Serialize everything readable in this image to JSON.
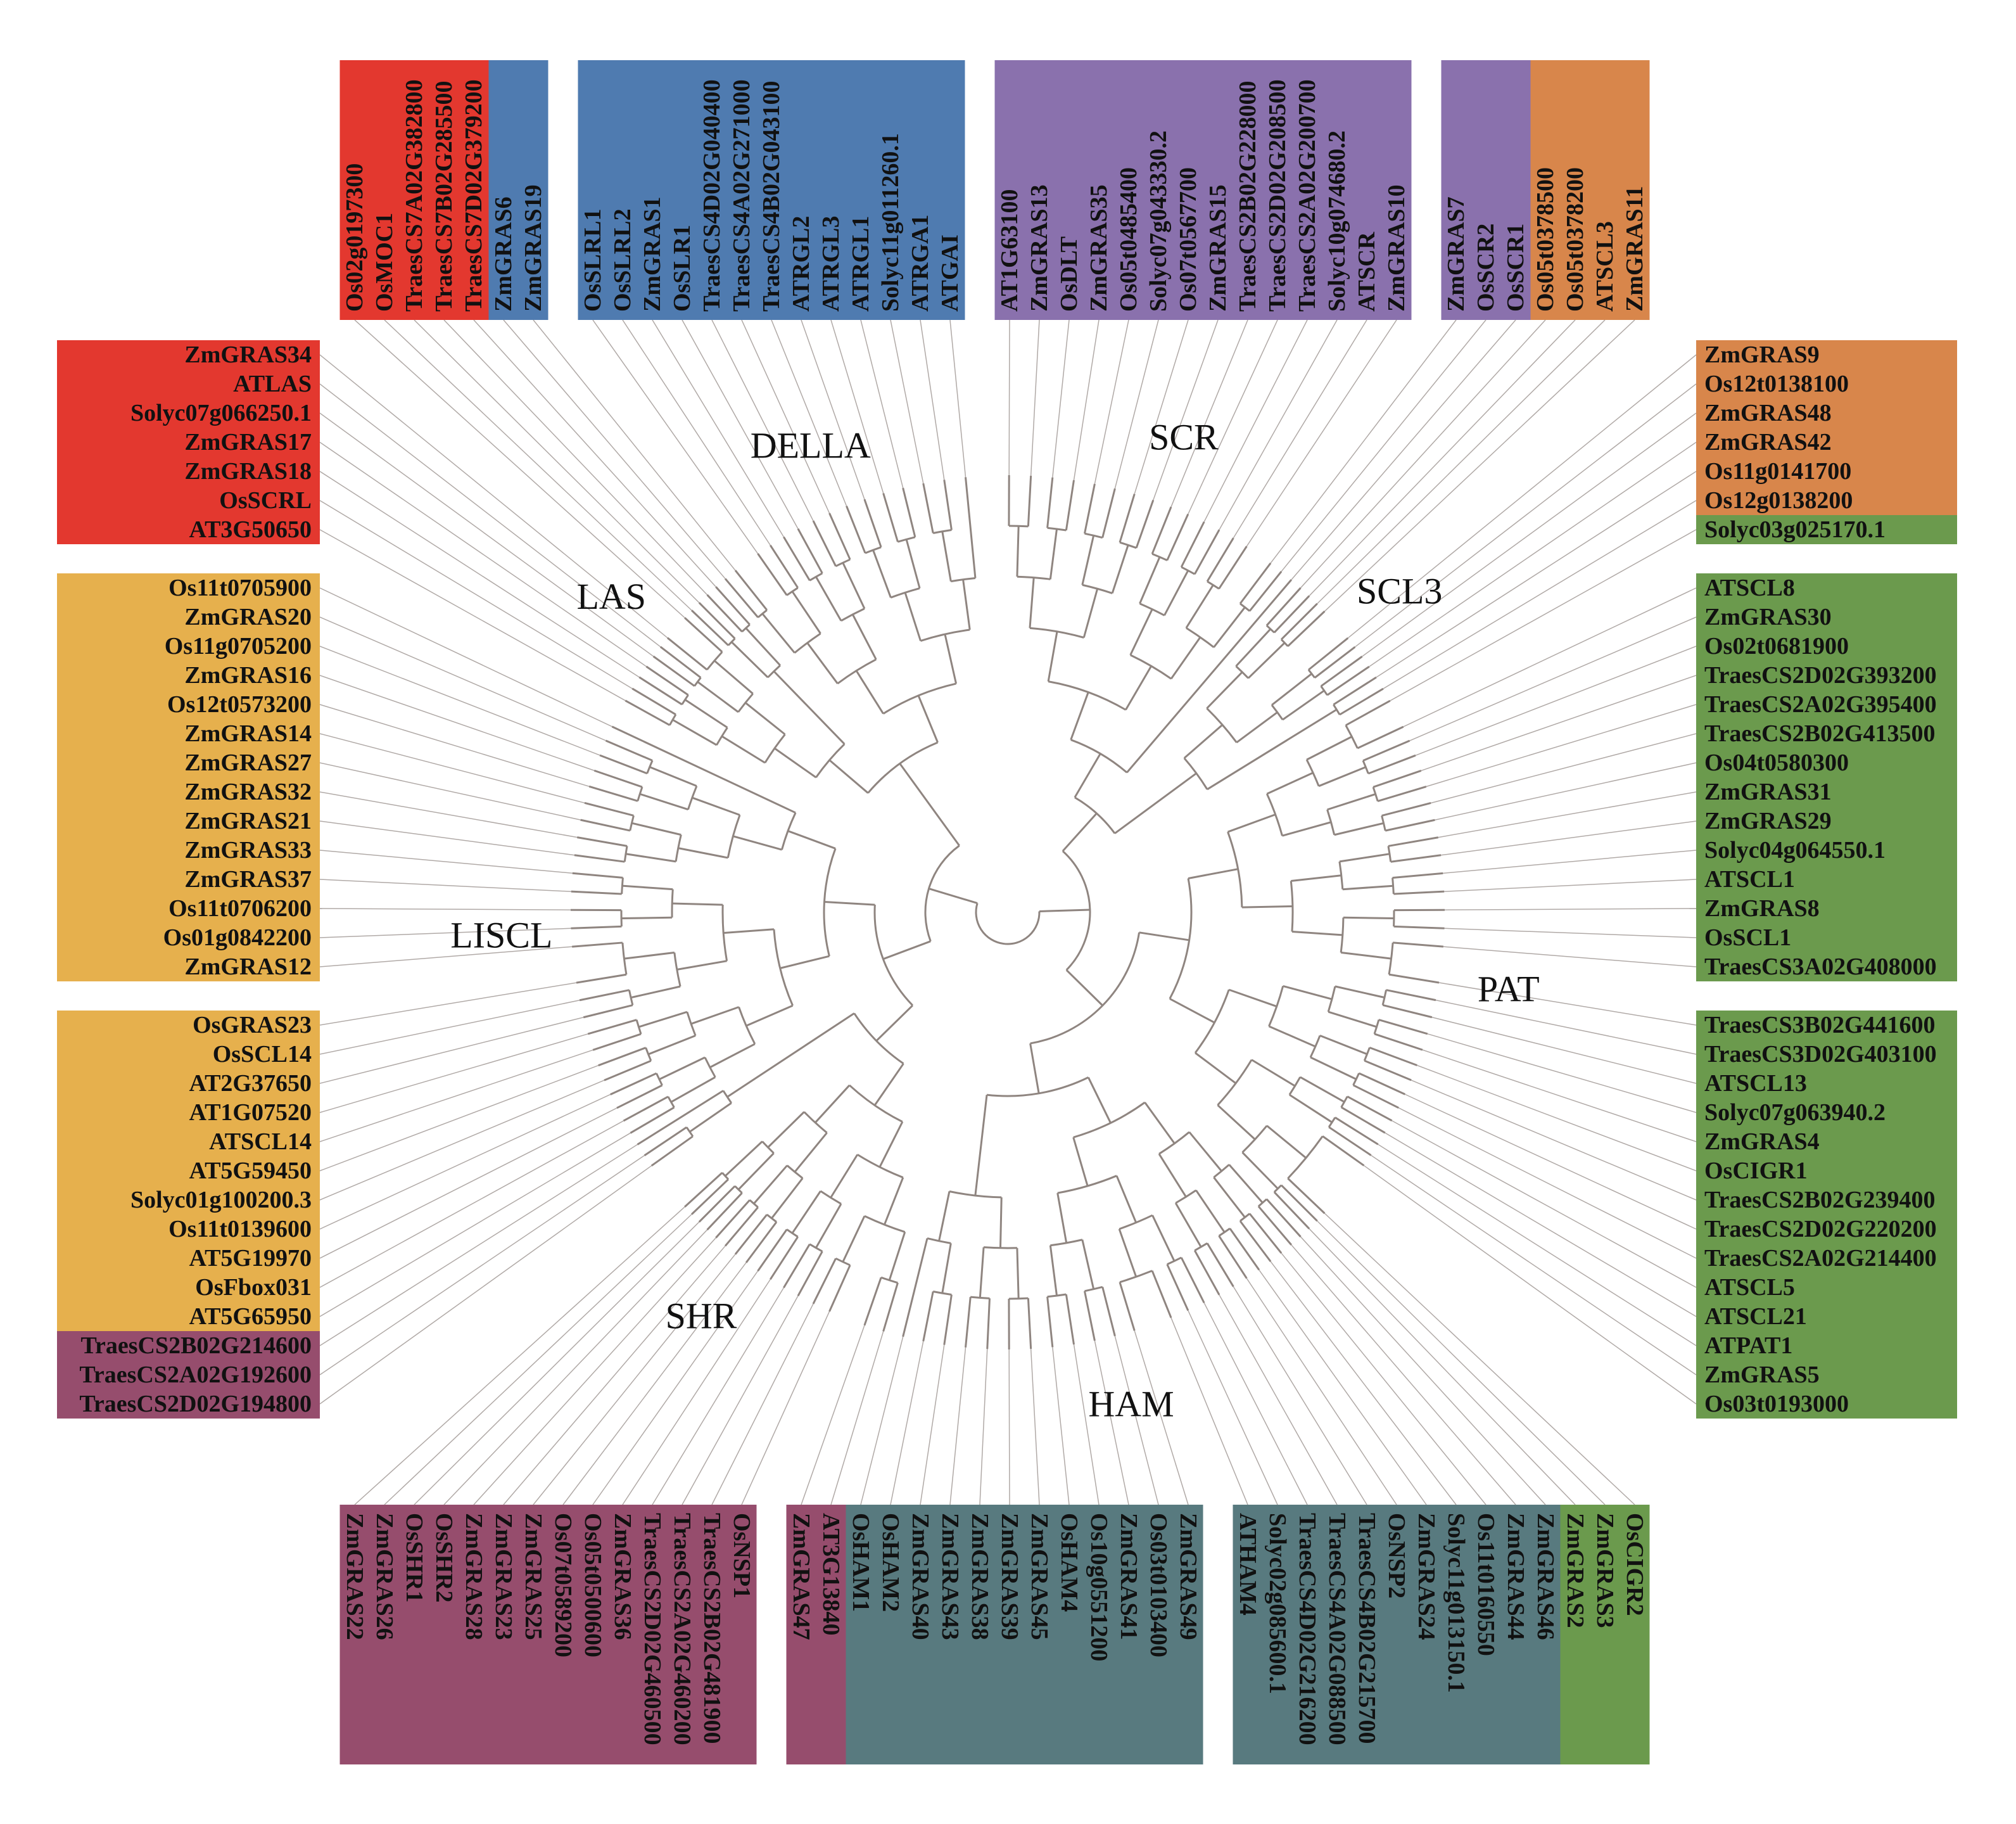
{
  "clades": [
    {
      "name": "SCR",
      "color": "#8a71ad",
      "leaves": [
        "AT1G63100",
        "ZmGRAS13",
        "OsDLT",
        "ZmGRAS35",
        "Os05t0485400",
        "Solyc07g043330.2",
        "Os07t0567700",
        "ZmGRAS15",
        "TraesCS2B02G228000",
        "TraesCS2D02G208500",
        "TraesCS2A02G200700",
        "Solyc10g074680.2",
        "ATSCR",
        "ZmGRAS10",
        "ZmGRAS7",
        "OsSCR2",
        "OsSCR1"
      ]
    },
    {
      "name": "SCL3",
      "color": "#d8864b",
      "leaves": [
        "Os05t0378500",
        "Os05t0378200",
        "ATSCL3",
        "ZmGRAS11",
        "ZmGRAS9",
        "Os12t0138100",
        "ZmGRAS48",
        "ZmGRAS42",
        "Os11g0141700",
        "Os12g0138200"
      ]
    },
    {
      "name": "PAT",
      "color": "#6b9a4d",
      "leaves": [
        "Solyc03g025170.1",
        "ATSCL8",
        "ZmGRAS30",
        "Os02t0681900",
        "TraesCS2D02G393200",
        "TraesCS2A02G395400",
        "TraesCS2B02G413500",
        "Os04t0580300",
        "ZmGRAS31",
        "ZmGRAS29",
        "Solyc04g064550.1",
        "ATSCL1",
        "ZmGRAS8",
        "OsSCL1",
        "TraesCS3A02G408000",
        "TraesCS3B02G441600",
        "TraesCS3D02G403100",
        "ATSCL13",
        "Solyc07g063940.2",
        "ZmGRAS4",
        "OsCIGR1",
        "TraesCS2B02G239400",
        "TraesCS2D02G220200",
        "TraesCS2A02G214400",
        "ATSCL5",
        "ATSCL21",
        "ATPAT1",
        "ZmGRAS5",
        "Os03t0193000",
        "OsCIGR2",
        "ZmGRAS3",
        "ZmGRAS2"
      ]
    },
    {
      "name": "HAM",
      "color": "#587a7f",
      "leaves": [
        "ZmGRAS46",
        "ZmGRAS44",
        "Os11t0160550",
        "Solyc11g013150.1",
        "ZmGRAS24",
        "OsNSP2",
        "TraesCS4B02G215700",
        "TraesCS4A02G088500",
        "TraesCS4D02G216200",
        "Solyc02g085600.1",
        "ATHAM4",
        "ZmGRAS49",
        "Os03t0103400",
        "ZmGRAS41",
        "Os10g0551200",
        "OsHAM4",
        "ZmGRAS45",
        "ZmGRAS39",
        "ZmGRAS38",
        "ZmGRAS43",
        "ZmGRAS40",
        "OsHAM2",
        "OsHAM1"
      ]
    },
    {
      "name": "SHR",
      "color": "#964d6d",
      "leaves": [
        "AT3G13840",
        "ZmGRAS47",
        "OsNSP1",
        "TraesCS2B02G481900",
        "TraesCS2A02G460200",
        "TraesCS2D02G460500",
        "ZmGRAS36",
        "Os05t0500600",
        "Os07t0589200",
        "ZmGRAS25",
        "ZmGRAS23",
        "ZmGRAS28",
        "OsSHR2",
        "OsSHR1",
        "ZmGRAS26",
        "ZmGRAS22",
        "TraesCS2D02G194800",
        "TraesCS2A02G192600",
        "TraesCS2B02G214600"
      ]
    },
    {
      "name": "LISCL",
      "color": "#e6b04d",
      "leaves": [
        "AT5G65950",
        "OsFbox031",
        "AT5G19970",
        "Os11t0139600",
        "Solyc01g100200.3",
        "AT5G59450",
        "ATSCL14",
        "AT1G07520",
        "AT2G37650",
        "OsSCL14",
        "OsGRAS23",
        "ZmGRAS12",
        "Os01g0842200",
        "Os11t0706200",
        "ZmGRAS37",
        "ZmGRAS33",
        "ZmGRAS21",
        "ZmGRAS32",
        "ZmGRAS27",
        "ZmGRAS14",
        "Os12t0573200",
        "ZmGRAS16",
        "Os11g0705200",
        "ZmGRAS20",
        "Os11t0705900"
      ]
    },
    {
      "name": "LAS",
      "color": "#e3382f",
      "leaves": [
        "AT3G50650",
        "OsSCRL",
        "ZmGRAS18",
        "ZmGRAS17",
        "Solyc07g066250.1",
        "ATLAS",
        "ZmGRAS34",
        "Os02g0197300",
        "OsMOC1",
        "TraesCS7A02G382800",
        "TraesCS7B02G285500",
        "TraesCS7D02G379200"
      ]
    },
    {
      "name": "DELLA",
      "color": "#4f7bb0",
      "leaves": [
        "ZmGRAS6",
        "ZmGRAS19",
        "OsSLRL1",
        "OsSLRL2",
        "ZmGRAS1",
        "OsSLR1",
        "TraesCS4D02G040400",
        "TraesCS4A02G271000",
        "TraesCS4B02G043100",
        "ATRGL2",
        "ATRGL3",
        "ATRGL1",
        "Solyc11g011260.1",
        "ATRGA1",
        "ATGAI"
      ]
    }
  ],
  "branch_color": "#8f8580"
}
